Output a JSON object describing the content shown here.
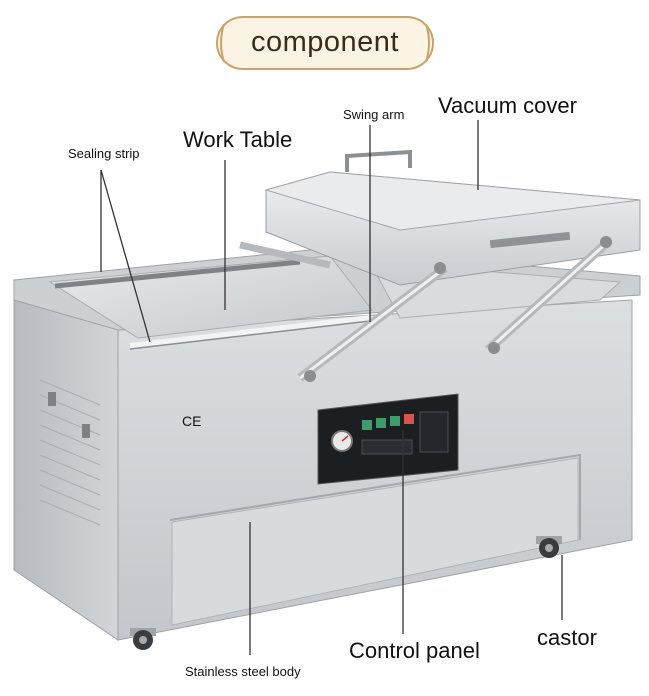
{
  "title": "component",
  "labels": {
    "sealing_strip": "Sealing strip",
    "work_table": "Work Table",
    "swing_arm": "Swing arm",
    "vacuum_cover": "Vacuum cover",
    "ce_mark": "CE",
    "stainless_body": "Stainless steel body",
    "control_panel": "Control panel",
    "castor": "castor"
  },
  "colors": {
    "title_border": "#c9a46a",
    "title_fill": "#fbf3e4",
    "steel_light": "#e4e6e8",
    "steel_mid": "#c6c9cc",
    "steel_dark": "#9ea2a6",
    "panel_black": "#1c1f22",
    "leader_line": "#333333"
  }
}
